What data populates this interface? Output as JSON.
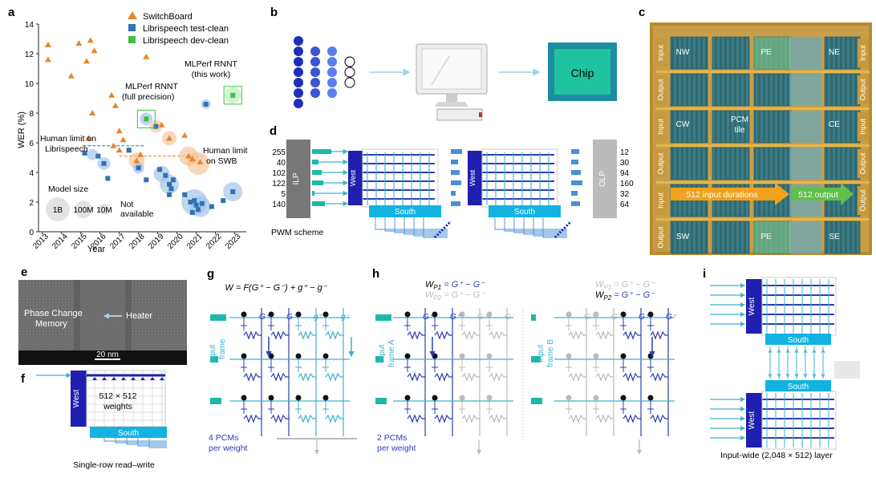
{
  "panels": {
    "a": "a",
    "b": "b",
    "c": "c",
    "d": "d",
    "e": "e",
    "f": "f",
    "g": "g",
    "h": "h",
    "i": "i"
  },
  "chart_data": {
    "type": "scatter",
    "ylabel": "WER (%)",
    "xlabel": "Year",
    "xlim": [
      2012.8,
      2023.6
    ],
    "ylim": [
      0,
      14
    ],
    "x_ticks": [
      "2013",
      "2014",
      "2015",
      "2016",
      "2017",
      "2018",
      "2019",
      "2020",
      "2021",
      "2022",
      "2023"
    ],
    "y_ticks": [
      "0",
      "2",
      "4",
      "6",
      "8",
      "10",
      "12",
      "14"
    ],
    "legend": [
      "SwitchBoard",
      "Librispeech test-clean",
      "Librispeech dev-clean"
    ],
    "colors": {
      "switchboard": "#e8862a",
      "test_clean": "#2f72b5",
      "dev_clean": "#3cc13c"
    },
    "series": [
      {
        "name": "SwitchBoard",
        "marker": "triangle",
        "points": [
          [
            2013.3,
            12.6
          ],
          [
            2013.3,
            11.6
          ],
          [
            2014.5,
            10.5
          ],
          [
            2014.9,
            12.7
          ],
          [
            2015.3,
            11.5
          ],
          [
            2015.5,
            12.9
          ],
          [
            2015.7,
            12.2
          ],
          [
            2015.6,
            8.0
          ],
          [
            2015.4,
            6.3
          ],
          [
            2016.8,
            8.5
          ],
          [
            2016.6,
            9.2
          ],
          [
            2017.0,
            6.8
          ],
          [
            2017.2,
            6.2
          ],
          [
            2016.7,
            5.8
          ],
          [
            2017.0,
            5.5
          ],
          [
            2017.5,
            5.5
          ],
          [
            2018.1,
            5.2
          ],
          [
            2017.9,
            4.8
          ],
          [
            2018.4,
            11.8
          ],
          [
            2019.2,
            7.2
          ],
          [
            2019.6,
            6.3
          ],
          [
            2020.4,
            6.5
          ],
          [
            2020.6,
            5.1
          ],
          [
            2020.8,
            4.9
          ],
          [
            2021.2,
            4.7
          ]
        ]
      },
      {
        "name": "Librispeech test-clean",
        "marker": "square",
        "points": [
          [
            2015.2,
            5.3
          ],
          [
            2015.9,
            5.1
          ],
          [
            2016.2,
            4.6
          ],
          [
            2016.4,
            3.6
          ],
          [
            2017.5,
            5.5
          ],
          [
            2018.0,
            4.3
          ],
          [
            2018.4,
            3.5
          ],
          [
            2018.9,
            7.1
          ],
          [
            2019.1,
            4.2
          ],
          [
            2019.4,
            3.8
          ],
          [
            2019.6,
            3.2
          ],
          [
            2019.7,
            2.9
          ],
          [
            2019.6,
            2.5
          ],
          [
            2019.8,
            3.5
          ],
          [
            2020.4,
            2.5
          ],
          [
            2020.7,
            2.0
          ],
          [
            2020.9,
            2.1
          ],
          [
            2021.0,
            1.8
          ],
          [
            2021.3,
            1.9
          ],
          [
            2021.1,
            1.5
          ],
          [
            2020.8,
            1.3
          ],
          [
            2021.8,
            1.7
          ],
          [
            2021.5,
            8.6
          ],
          [
            2022.4,
            2.1
          ],
          [
            2022.9,
            2.7
          ]
        ]
      },
      {
        "name": "Librispeech dev-clean",
        "marker": "square",
        "points": [
          [
            2018.4,
            7.6
          ],
          [
            2022.9,
            9.2
          ]
        ]
      }
    ],
    "annotations": [
      "MLPerf RNNT (full precision)",
      "MLPerf RNNT (this work)",
      "Human limit on Librispeech",
      "Human limit on SWB"
    ],
    "human_limit_librispeech": 5.8,
    "human_limit_swb": 5.1,
    "model_size_legend": {
      "title": "Model size",
      "items": [
        "1B",
        "100M",
        "10M"
      ],
      "na": "Not available"
    }
  },
  "a": {
    "annot_fp_1": "MLPerf RNNT",
    "annot_fp_2": "(full precision)",
    "annot_tw_1": "MLPerf RNNT",
    "annot_tw_2": "(this work)",
    "hl_libri_1": "Human limit on",
    "hl_libri_2": "Librispeech",
    "hl_swb_1": "Human limit",
    "hl_swb_2": "on SWB",
    "ms_title": "Model size",
    "ms_1b": "1B",
    "ms_100m": "100M",
    "ms_10m": "10M",
    "na_1": "Not",
    "na_2": "available"
  },
  "b": {
    "chip": "Chip"
  },
  "c": {
    "NW": "NW",
    "NE": "NE",
    "PE": "PE",
    "CW": "CW",
    "CE": "CE",
    "SW": "SW",
    "SE": "SE",
    "pcm_1": "PCM",
    "pcm_2": "tile",
    "in": "Input",
    "out": "Output",
    "input_durations": "512 input durations",
    "output": "512 output"
  },
  "d": {
    "left_values": [
      "255",
      "40",
      "102",
      "122",
      "5",
      "140"
    ],
    "right_values": [
      "12",
      "30",
      "94",
      "160",
      "32",
      "64"
    ],
    "ilp": "ILP",
    "olp": "OLP",
    "west": "West",
    "south": "South",
    "pwm": "PWM scheme"
  },
  "e": {
    "pcm_1": "Phase Change",
    "pcm_2": "Memory",
    "heater": "Heater",
    "scale": "20 nm"
  },
  "f": {
    "west": "West",
    "south": "South",
    "matrix_1": "512 × 512",
    "matrix_2": "weights",
    "caption": "Single-row read–write"
  },
  "g": {
    "formula": "W = F(G⁺ − G⁻) + g⁺ − g⁻",
    "gp": "G⁺",
    "gm": "G⁻",
    "sgp": "g⁺",
    "sgm": "g⁻",
    "input_1": "Input",
    "input_2": "frame",
    "caption_1": "4 PCMs",
    "caption_2": "per weight"
  },
  "h": {
    "wp1a": "W",
    "wp1a_sub": "P1",
    "wp1a_rest": " = G⁺ − G⁻",
    "wp2a": "W",
    "wp2a_sub": "P2",
    "wp2a_rest": " = G⁺ − G⁻",
    "gp": "G⁺",
    "gm": "G⁻",
    "inputA_1": "Input",
    "inputA_2": "frame A",
    "inputB_1": "Input",
    "inputB_2": "frame B",
    "caption_1": "2 PCMs",
    "caption_2": "per weight"
  },
  "i": {
    "west": "West",
    "south": "South",
    "caption": "Input-wide (2,048 × 512) layer"
  }
}
